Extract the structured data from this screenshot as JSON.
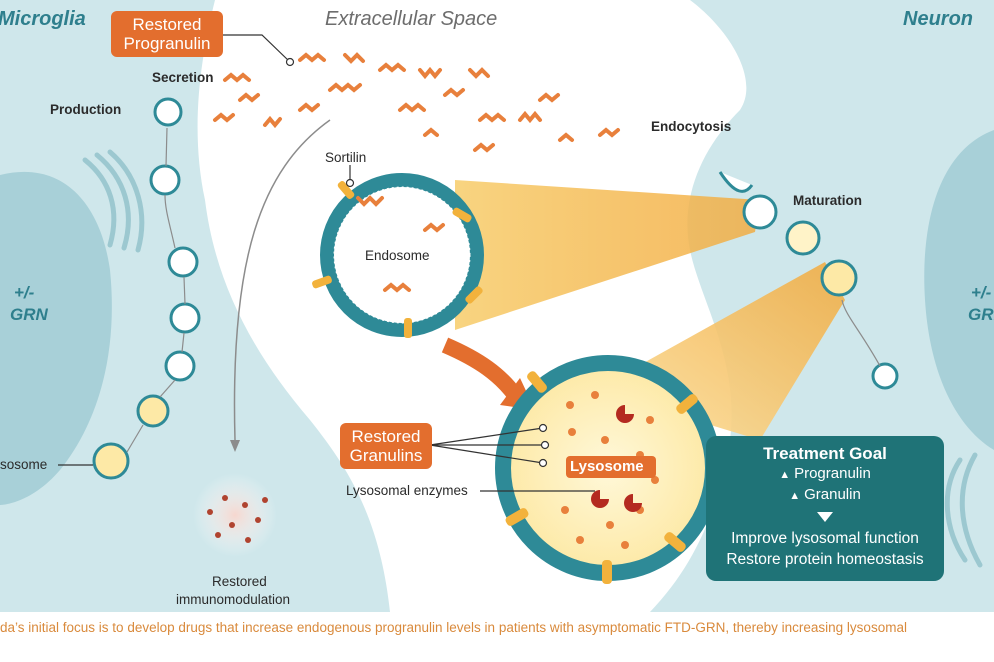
{
  "labels": {
    "microglia": "Microglia",
    "extracellular": "Extracellular Space",
    "neuron": "Neuron",
    "restored_progranulin": "Restored Progranulin",
    "secretion": "Secretion",
    "production": "Production",
    "endocytosis": "Endocytosis",
    "maturation": "Maturation",
    "sortilin": "Sortilin",
    "endosome": "Endosome",
    "grn_left": "+/-",
    "grn_left2": "GRN",
    "grn_right": "+/-",
    "grn_right2": "GRI",
    "lysosome_left": "sosome",
    "restored_granulins": "Restored Granulins",
    "lysosome": "Lysosome",
    "lysosomal_enzymes": "Lysosomal enzymes",
    "restored_immunomodulation_1": "Restored",
    "restored_immunomodulation_2": "immunomodulation"
  },
  "treatment_goal": {
    "title": "Treatment Goal",
    "item1": "Progranulin",
    "item2": "Granulin",
    "outcome1": "Improve lysosomal function",
    "outcome2": "Restore protein homeostasis"
  },
  "caption": {
    "text": "da’s initial focus is to develop drugs that increase endogenous progranulin levels in patients with asymptomatic FTD-GRN, thereby increasing lysosomal"
  },
  "colors": {
    "teal": "#2e8a97",
    "cell_light": "#cfe7eb",
    "orange": "#e36e2e",
    "yellow": "#f6b43f",
    "lyso_fill": "#fff3c8"
  }
}
